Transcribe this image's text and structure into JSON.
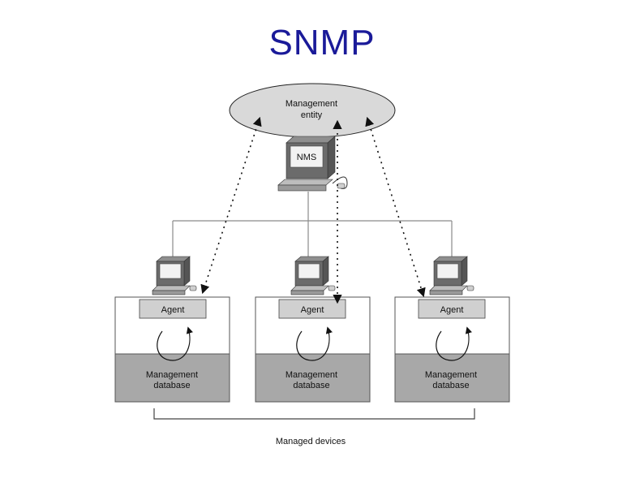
{
  "title": "SNMP",
  "management_entity": {
    "line1": "Management",
    "line2": "entity"
  },
  "nms_label": "NMS",
  "devices": [
    {
      "agent_label": "Agent",
      "db_line1": "Management",
      "db_line2": "database"
    },
    {
      "agent_label": "Agent",
      "db_line1": "Management",
      "db_line2": "database"
    },
    {
      "agent_label": "Agent",
      "db_line1": "Management",
      "db_line2": "database"
    }
  ],
  "managed_devices_label": "Managed devices",
  "colors": {
    "title": "#1a1a99",
    "entity_fill": "#d9d9d9",
    "db_fill": "#a8a8a8",
    "agent_fill": "#d0d0d0",
    "computer_dark": "#6b6b6b",
    "computer_light": "#bdbdbd"
  }
}
